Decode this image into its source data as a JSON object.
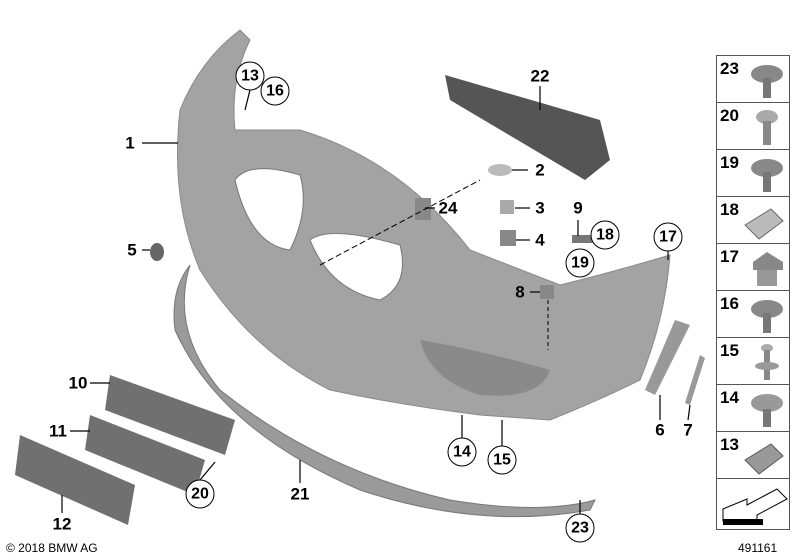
{
  "copyright": "© 2018 BMW AG",
  "diagram_id": "491161",
  "plain_labels": [
    "1",
    "22",
    "2",
    "3",
    "24",
    "4",
    "9",
    "5",
    "8",
    "10",
    "11",
    "6",
    "7",
    "21",
    "12"
  ],
  "circled_labels": [
    "13",
    "16",
    "18",
    "19",
    "17",
    "14",
    "15",
    "20",
    "23"
  ],
  "sidebar": [
    "23",
    "20",
    "19",
    "18",
    "17",
    "16",
    "15",
    "14",
    "13"
  ],
  "colors": {
    "part_fill": "#9a9a9a",
    "part_dark": "#6e6e6e",
    "line": "#000000"
  }
}
